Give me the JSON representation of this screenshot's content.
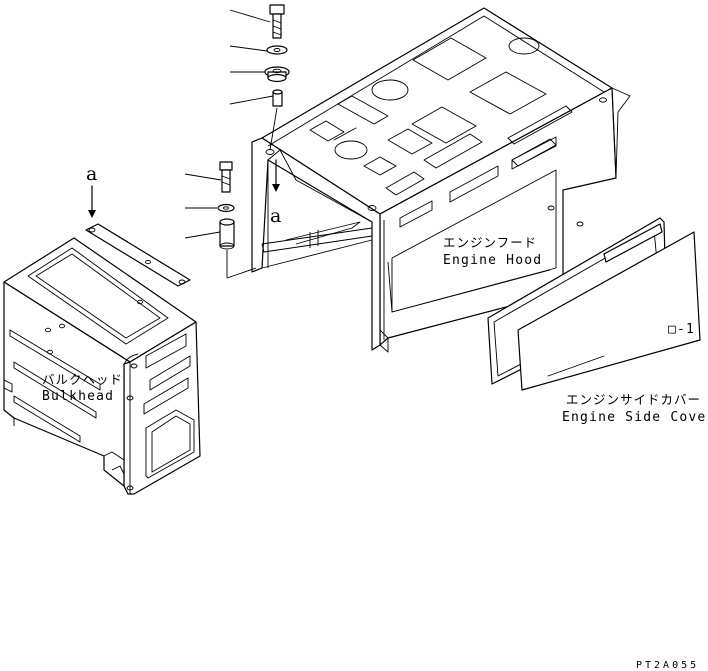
{
  "labels": {
    "engine_hood_jp": "エンジンフード",
    "engine_hood_en": "Engine Hood",
    "bulkhead_jp": "バルクヘッド",
    "bulkhead_en": "Bulkhead",
    "side_cover_jp": "エンジンサイドカバー",
    "side_cover_en": "Engine Side Cover",
    "detail_mark": "a",
    "panel_mark": "□-1",
    "drawing_code": "PT2A055"
  },
  "colors": {
    "line": "#000000",
    "background": "#ffffff"
  }
}
